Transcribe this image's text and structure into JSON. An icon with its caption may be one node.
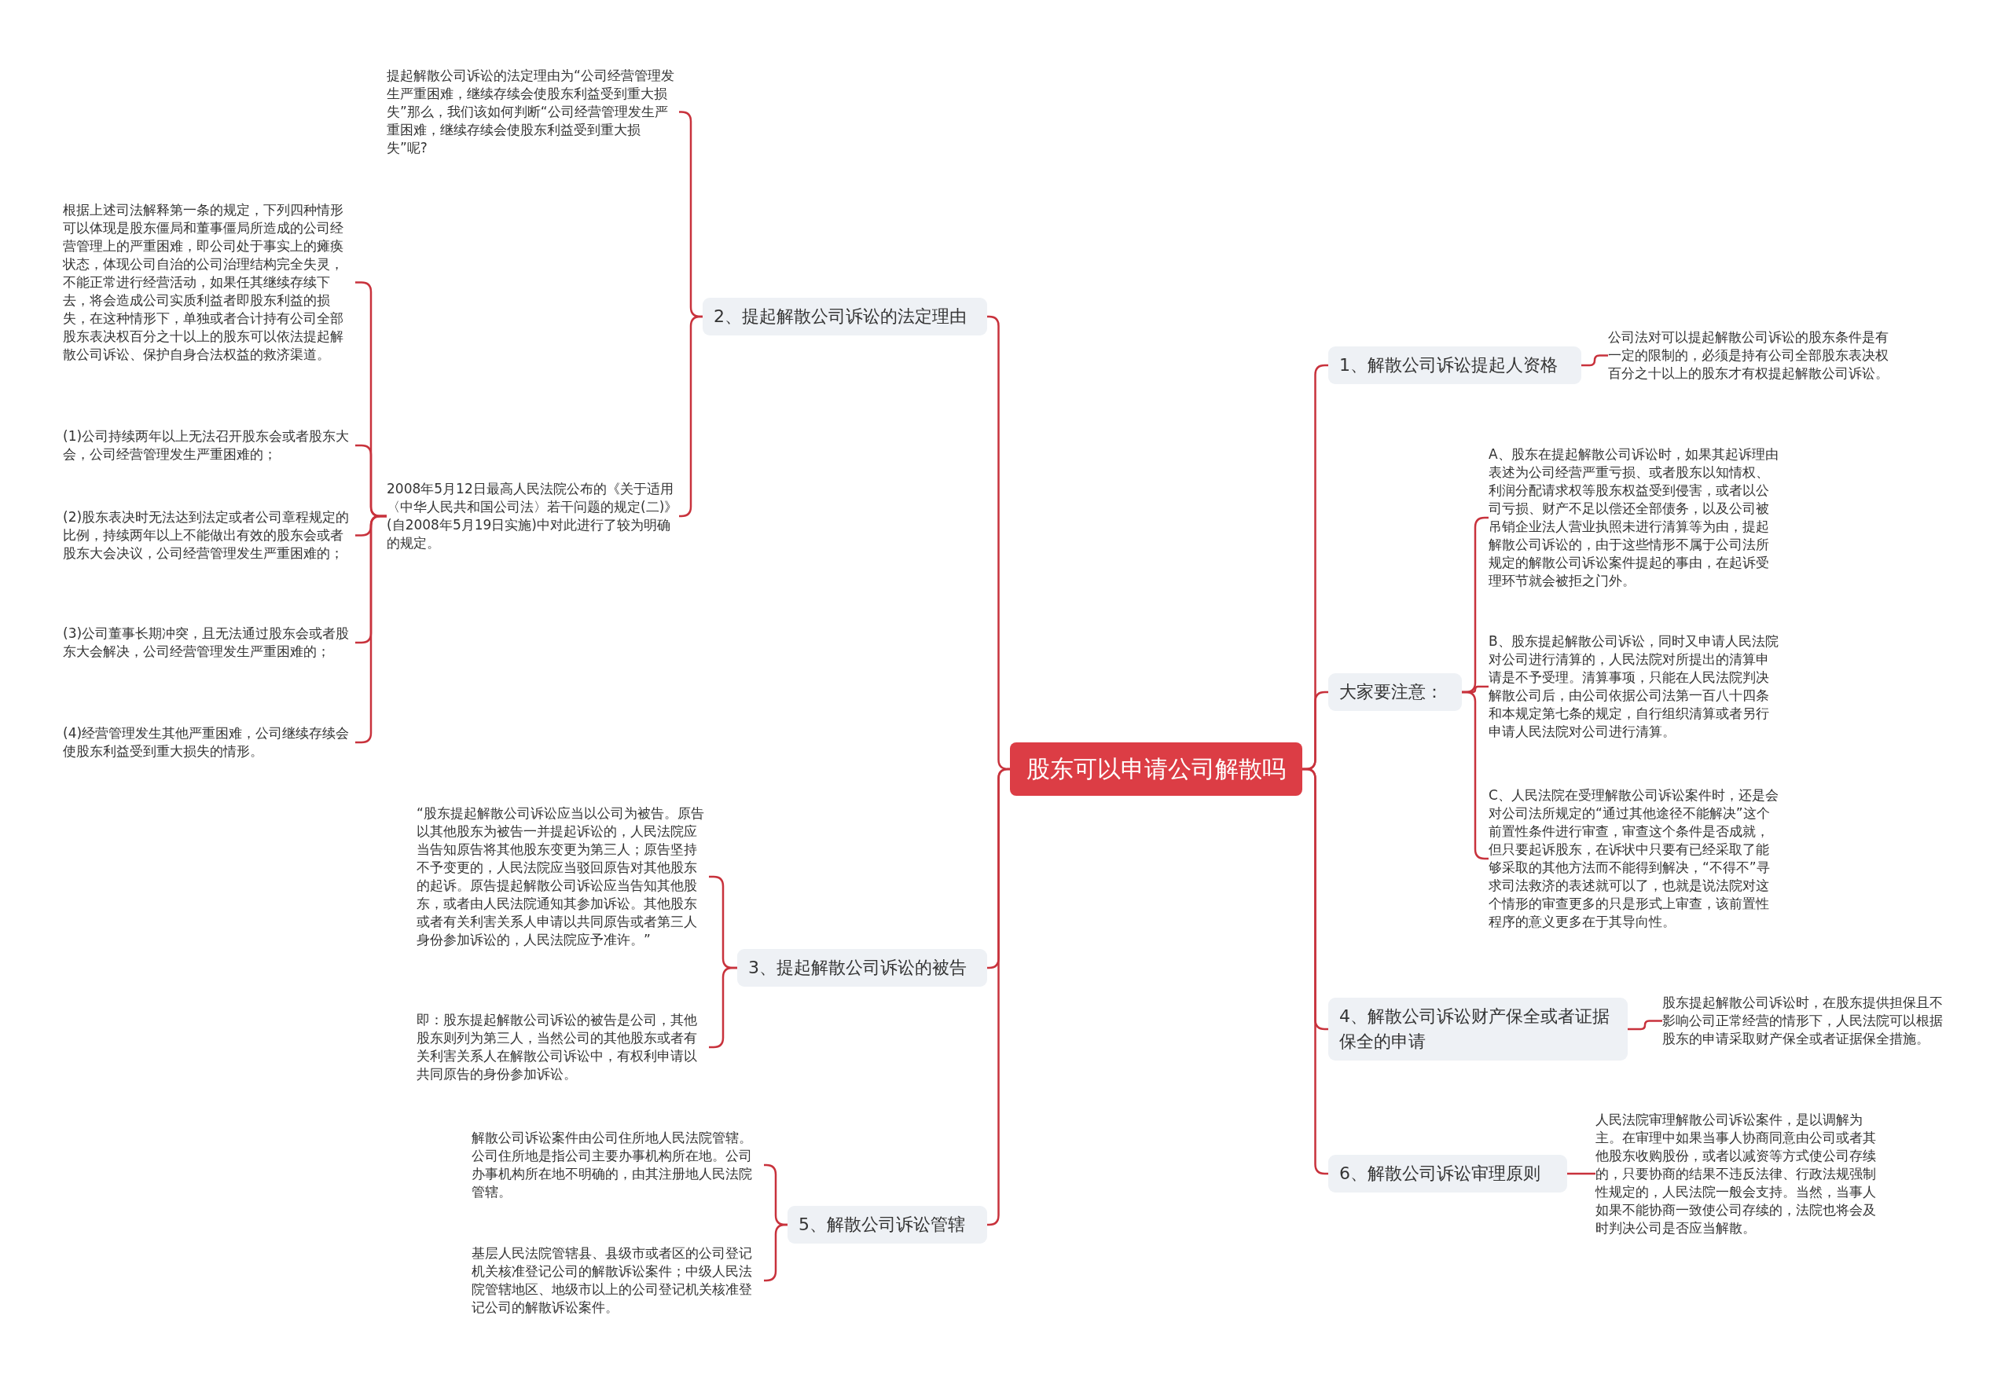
{
  "diagram": {
    "nodes": [
      {
        "text": [
          "股东可以申请公司解散吗"
        ]
      },
      {
        "text": [
          "2、提起解散公司诉讼的法定理由"
        ]
      },
      {
        "text": [
          "提起解散公司诉讼的法定理由为“公司经营管理发生严重困难，继续存续会使股东利益受到重大损失”那么，我们该如何判断“公司经营管理发生严重困难，继续存续会使股东利益受到重大损失”呢?"
        ]
      },
      {
        "text": [
          "2008年5月12日最高人民法院公布的《关于适用〈中华人民共和国公司法〉若干问题的规定(二)》(自2008年5月19日实施)中对此进行了较为明确的规定。"
        ]
      },
      {
        "text": [
          "根据上述司法解释第一条的规定，下列四种情形可以体现是股东僵局和董事僵局所造成的公司经营管理上的严重困难，即公司处于事实上的瘫痪状态，体现公司自治的公司治理结构完全失灵，不能正常进行经营活动，如果任其继续存续下去，将会造成公司实质利益者即股东利益的损失，在这种情形下，单独或者合计持有公司全部股东表决权百分之十以上的股东可以依法提起解散公司诉讼、保护自身合法权益的救济渠道。"
        ]
      },
      {
        "text": [
          "(1)公司持续两年以上无法召开股东会或者股东大会，公司经营管理发生严重困难的；"
        ]
      },
      {
        "text": [
          "(2)股东表决时无法达到法定或者公司章程规定的比例，持续两年以上不能做出有效的股东会或者股东大会决议，公司经营管理发生严重困难的；"
        ]
      },
      {
        "text": [
          "(3)公司董事长期冲突，且无法通过股东会或者股东大会解决，公司经营管理发生严重困难的；"
        ]
      },
      {
        "text": [
          "(4)经营管理发生其他严重困难，公司继续存续会使股东利益受到重大损失的情形。"
        ]
      },
      {
        "text": [
          "3、提起解散公司诉讼的被告"
        ]
      },
      {
        "text": [
          "“股东提起解散公司诉讼应当以公司为被告。原告以其他股东为被告一并提起诉讼的，人民法院应当告知原告将其他股东变更为第三人；原告坚持不予变更的，人民法院应当驳回原告对其他股东的起诉。原告提起解散公司诉讼应当告知其他股东，或者由人民法院通知其参加诉讼。其他股东或者有关利害关系人申请以共同原告或者第三人身份参加诉讼的，人民法院应予准许。”"
        ]
      },
      {
        "text": [
          "即：股东提起解散公司诉讼的被告是公司，其他股东则列为第三人，当然公司的其他股东或者有关利害关系人在解散公司诉讼中，有权利申请以共同原告的身份参加诉讼。"
        ]
      },
      {
        "text": [
          "5、解散公司诉讼管辖"
        ]
      },
      {
        "text": [
          "解散公司诉讼案件由公司住所地人民法院管辖。公司住所地是指公司主要办事机构所在地。公司办事机构所在地不明确的，由其注册地人民法院管辖。"
        ]
      },
      {
        "text": [
          "基层人民法院管辖县、县级市或者区的公司登记机关核准登记公司的解散诉讼案件；中级人民法院管辖地区、地级市以上的公司登记机关核准登记公司的解散诉讼案件。"
        ]
      },
      {
        "text": [
          "1、解散公司诉讼提起人资格"
        ]
      },
      {
        "text": [
          "公司法对可以提起解散公司诉讼的股东条件是有一定的限制的，必须是持有公司全部股东表决权百分之十以上的股东才有权提起解散公司诉讼。"
        ]
      },
      {
        "text": [
          "大家要注意："
        ]
      },
      {
        "text": [
          "A、股东在提起解散公司诉讼时，如果其起诉理由表述为公司经营严重亏损、或者股东以知情权、利润分配请求权等股东权益受到侵害，或者以公司亏损、财产不足以偿还全部债务，以及公司被吊销企业法人营业执照未进行清算等为由，提起解散公司诉讼的，由于这些情形不属于公司法所规定的解散公司诉讼案件提起的事由，在起诉受理环节就会被拒之门外。"
        ]
      },
      {
        "text": [
          "B、股东提起解散公司诉讼，同时又申请人民法院对公司进行清算的，人民法院对所提出的清算申请是不予受理。清算事项，只能在人民法院判决解散公司后，由公司依据公司法第一百八十四条和本规定第七条的规定，自行组织清算或者另行申请人民法院对公司进行清算。"
        ]
      },
      {
        "text": [
          "C、人民法院在受理解散公司诉讼案件时，还是会对公司法所规定的“通过其他途径不能解决”这个前置性条件进行审查，审查这个条件是否成就，但只要起诉股东，在诉状中只要有已经采取了能够采取的其他方法而不能得到解决，“不得不”寻求司法救济的表述就可以了，也就是说法院对这个情形的审查更多的只是形式上审查，该前置性程序的意义更多在于其导向性。"
        ]
      },
      {
        "text": [
          "4、解散公司诉讼财产保全或者证据保全的申请"
        ]
      },
      {
        "text": [
          "股东提起解散公司诉讼时，在股东提供担保且不影响公司正常经营的情形下，人民法院可以根据股东的申请采取财产保全或者证据保全措施。"
        ]
      },
      {
        "text": [
          "6、解散公司诉讼审理原则"
        ]
      },
      {
        "text": [
          "人民法院审理解散公司诉讼案件，是以调解为主。在审理中如果当事人协商同意由公司或者其他股东收购股份，或者以减资等方式使公司存续的，只要协商的结果不违反法律、行政法规强制性规定的，人民法院一般会支持。当然，当事人如果不能协商一致使公司存续的，法院也将会及时判决公司是否应当解散。"
        ]
      }
    ],
    "edges": [
      {
        "from": 0,
        "to": 1,
        "arrow": "none"
      },
      {
        "from": 1,
        "to": 2,
        "arrow": "none"
      },
      {
        "from": 1,
        "to": 3,
        "arrow": "none"
      },
      {
        "from": 3,
        "to": 4,
        "arrow": "none"
      },
      {
        "from": 3,
        "to": 5,
        "arrow": "none"
      },
      {
        "from": 3,
        "to": 6,
        "arrow": "none"
      },
      {
        "from": 3,
        "to": 7,
        "arrow": "none"
      },
      {
        "from": 3,
        "to": 8,
        "arrow": "none"
      },
      {
        "from": 0,
        "to": 9,
        "arrow": "none"
      },
      {
        "from": 9,
        "to": 10,
        "arrow": "none"
      },
      {
        "from": 9,
        "to": 11,
        "arrow": "none"
      },
      {
        "from": 0,
        "to": 12,
        "arrow": "none"
      },
      {
        "from": 12,
        "to": 13,
        "arrow": "none"
      },
      {
        "from": 12,
        "to": 14,
        "arrow": "none"
      },
      {
        "from": 0,
        "to": 15,
        "arrow": "none"
      },
      {
        "from": 15,
        "to": 16,
        "arrow": "none"
      },
      {
        "from": 0,
        "to": 17,
        "arrow": "none"
      },
      {
        "from": 17,
        "to": 18,
        "arrow": "none"
      },
      {
        "from": 17,
        "to": 19,
        "arrow": "none"
      },
      {
        "from": 17,
        "to": 20,
        "arrow": "none"
      },
      {
        "from": 0,
        "to": 21,
        "arrow": "none"
      },
      {
        "from": 21,
        "to": 22,
        "arrow": "none"
      },
      {
        "from": 0,
        "to": 23,
        "arrow": "none"
      },
      {
        "from": 23,
        "to": 24,
        "arrow": "none"
      }
    ]
  }
}
